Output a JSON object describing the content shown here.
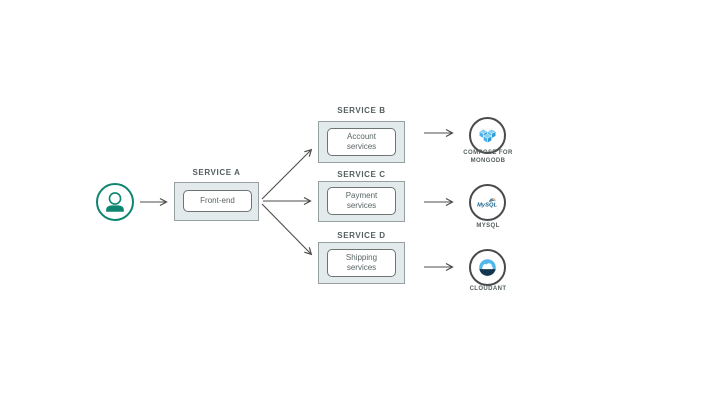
{
  "user_node": {
    "icon": "user-icon"
  },
  "services": [
    {
      "label": "SERVICE A",
      "lines": [
        "Front-end"
      ]
    },
    {
      "label": "SERVICE B",
      "lines": [
        "Account",
        "services"
      ]
    },
    {
      "label": "SERVICE C",
      "lines": [
        "Payment",
        "services"
      ]
    },
    {
      "label": "SERVICE D",
      "lines": [
        "Shipping",
        "services"
      ]
    }
  ],
  "databases": [
    {
      "label_lines": [
        "COMPOSE FOR",
        "MONGODB"
      ],
      "icon": "compose-mongodb-icon"
    },
    {
      "label_lines": [
        "MYSQL"
      ],
      "icon": "mysql-icon",
      "logo_text": "MySQL"
    },
    {
      "label_lines": [
        "CLOUDANT"
      ],
      "icon": "cloudant-icon"
    }
  ],
  "colors": {
    "teal": "#0d8570",
    "service_box_fill": "#e2eaeb",
    "service_box_border": "#96a0a2",
    "inner_box_border": "#6d7474",
    "text_gray": "#5a6464",
    "label_gray": "#545e5e",
    "arrow_gray": "#4d4d4d",
    "db_circle_border": "#4a4a4d",
    "icon_blue": "#4db2e8",
    "cloudant_dark": "#16364f",
    "mysql_blue": "#16648f",
    "mysql_orange": "#e8963c"
  }
}
